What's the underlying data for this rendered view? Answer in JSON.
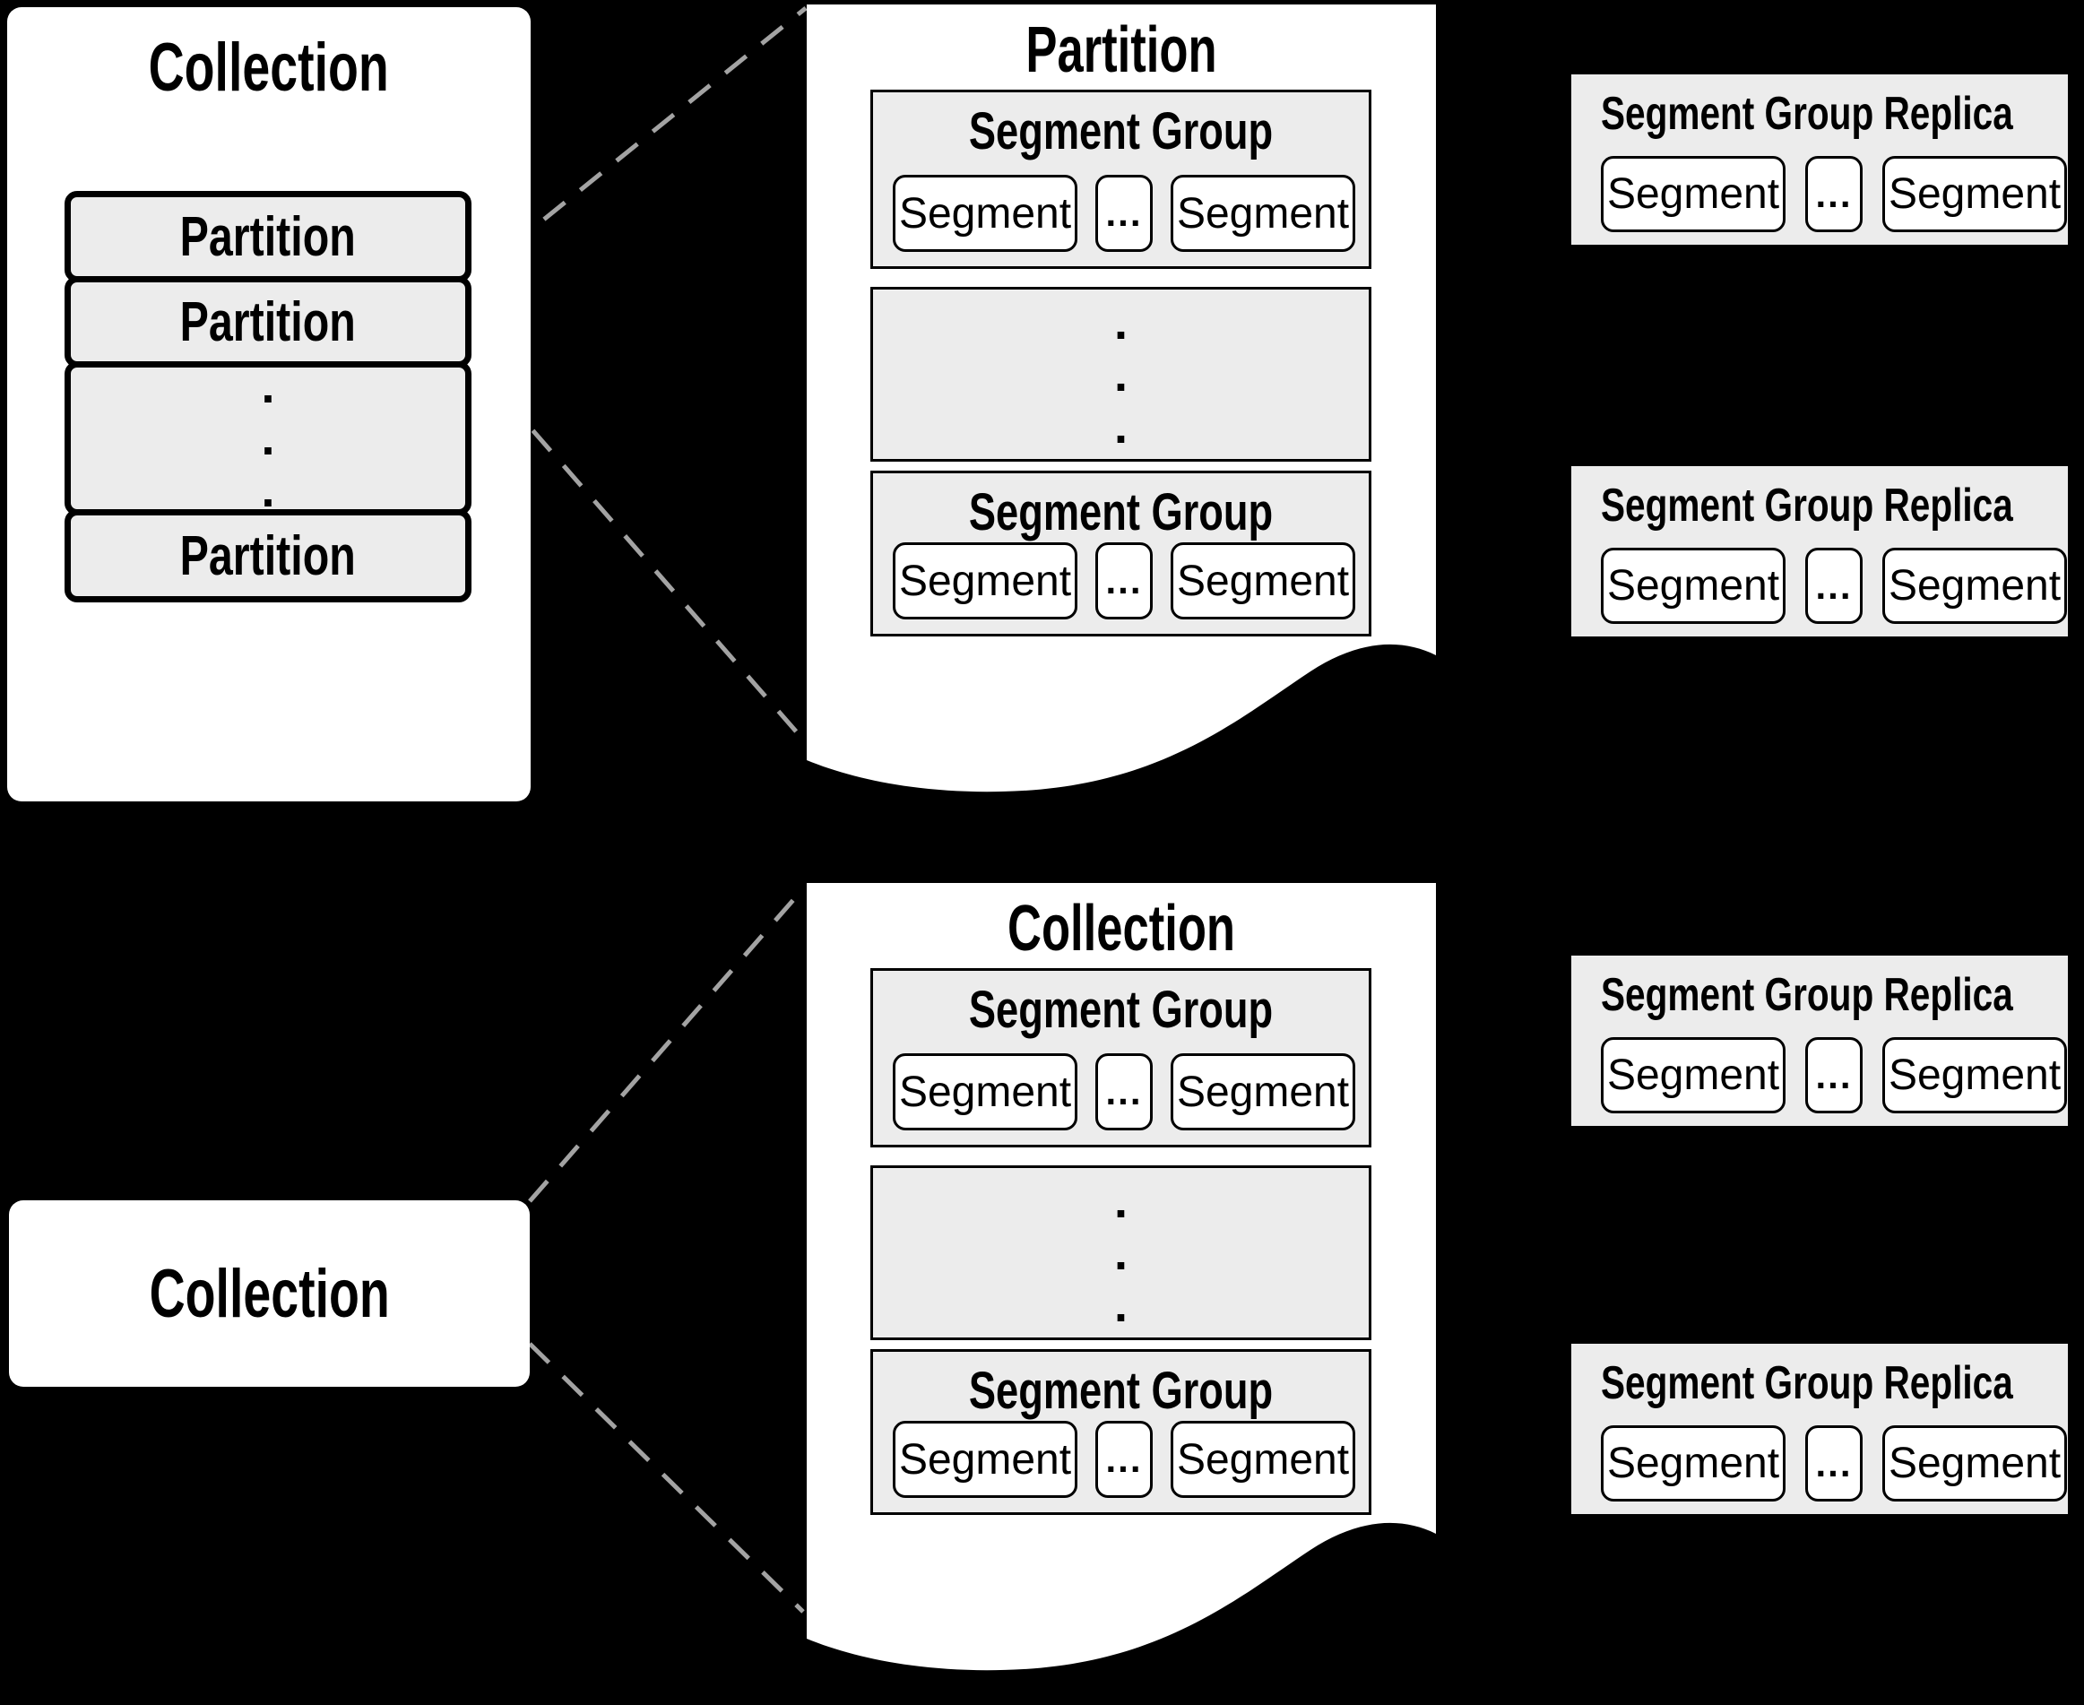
{
  "colors": {
    "background": "#000000",
    "panel": "#ffffff",
    "box_fill": "#ececec",
    "border": "#000000",
    "dashed_line": "#a3a3a3"
  },
  "labels": {
    "segment_group": "Segment Group",
    "segment_group_replica": "Segment Group Replica",
    "segment": "Segment",
    "ellipsis": "...",
    "dot": "."
  },
  "top_left_collection": {
    "title": "Collection",
    "partition_rows": [
      "Partition",
      "Partition",
      "Partition"
    ]
  },
  "top_document": {
    "title": "Partition"
  },
  "bottom_left_collection": {
    "title": "Collection"
  },
  "bottom_document": {
    "title": "Collection"
  }
}
